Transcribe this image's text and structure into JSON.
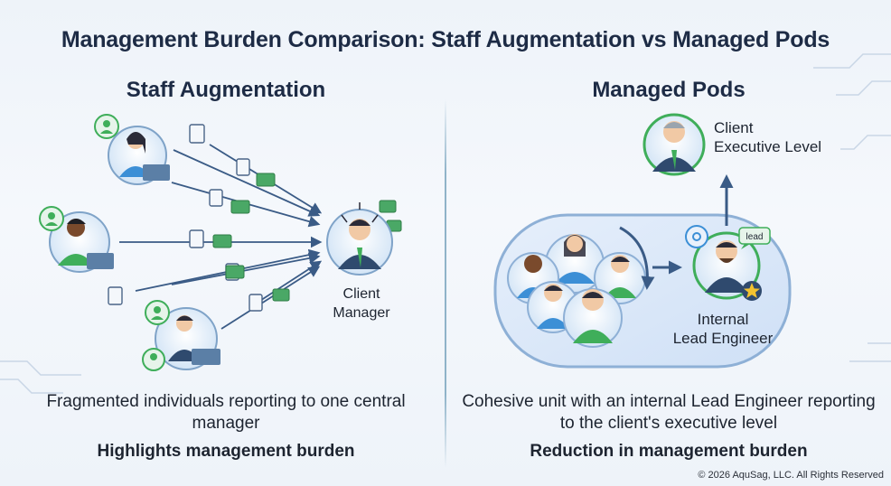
{
  "title": "Management Burden Comparison: Staff Augmentation vs Managed Pods",
  "left": {
    "heading": "Staff Augmentation",
    "manager_label": "Client\nManager",
    "caption": "Fragmented individuals reporting to one central manager",
    "subcaption": "Highlights management burden"
  },
  "right": {
    "heading": "Managed Pods",
    "exec_label": "Client\nExecutive Level",
    "lead_label": "Internal\nLead Engineer",
    "lead_badge": "lead",
    "caption": "Cohesive unit with an internal Lead Engineer reporting to the client's executive level",
    "subcaption": "Reduction in management burden"
  },
  "footer": {
    "copyright": "© 2026 AquSag, LLC. All Rights Reserved"
  },
  "colors": {
    "accent_green": "#3fae5a",
    "arrow_blue": "#3a5b86",
    "pod_fill": "#dbe8fa",
    "bubble_fill": "#d8e7f7"
  }
}
